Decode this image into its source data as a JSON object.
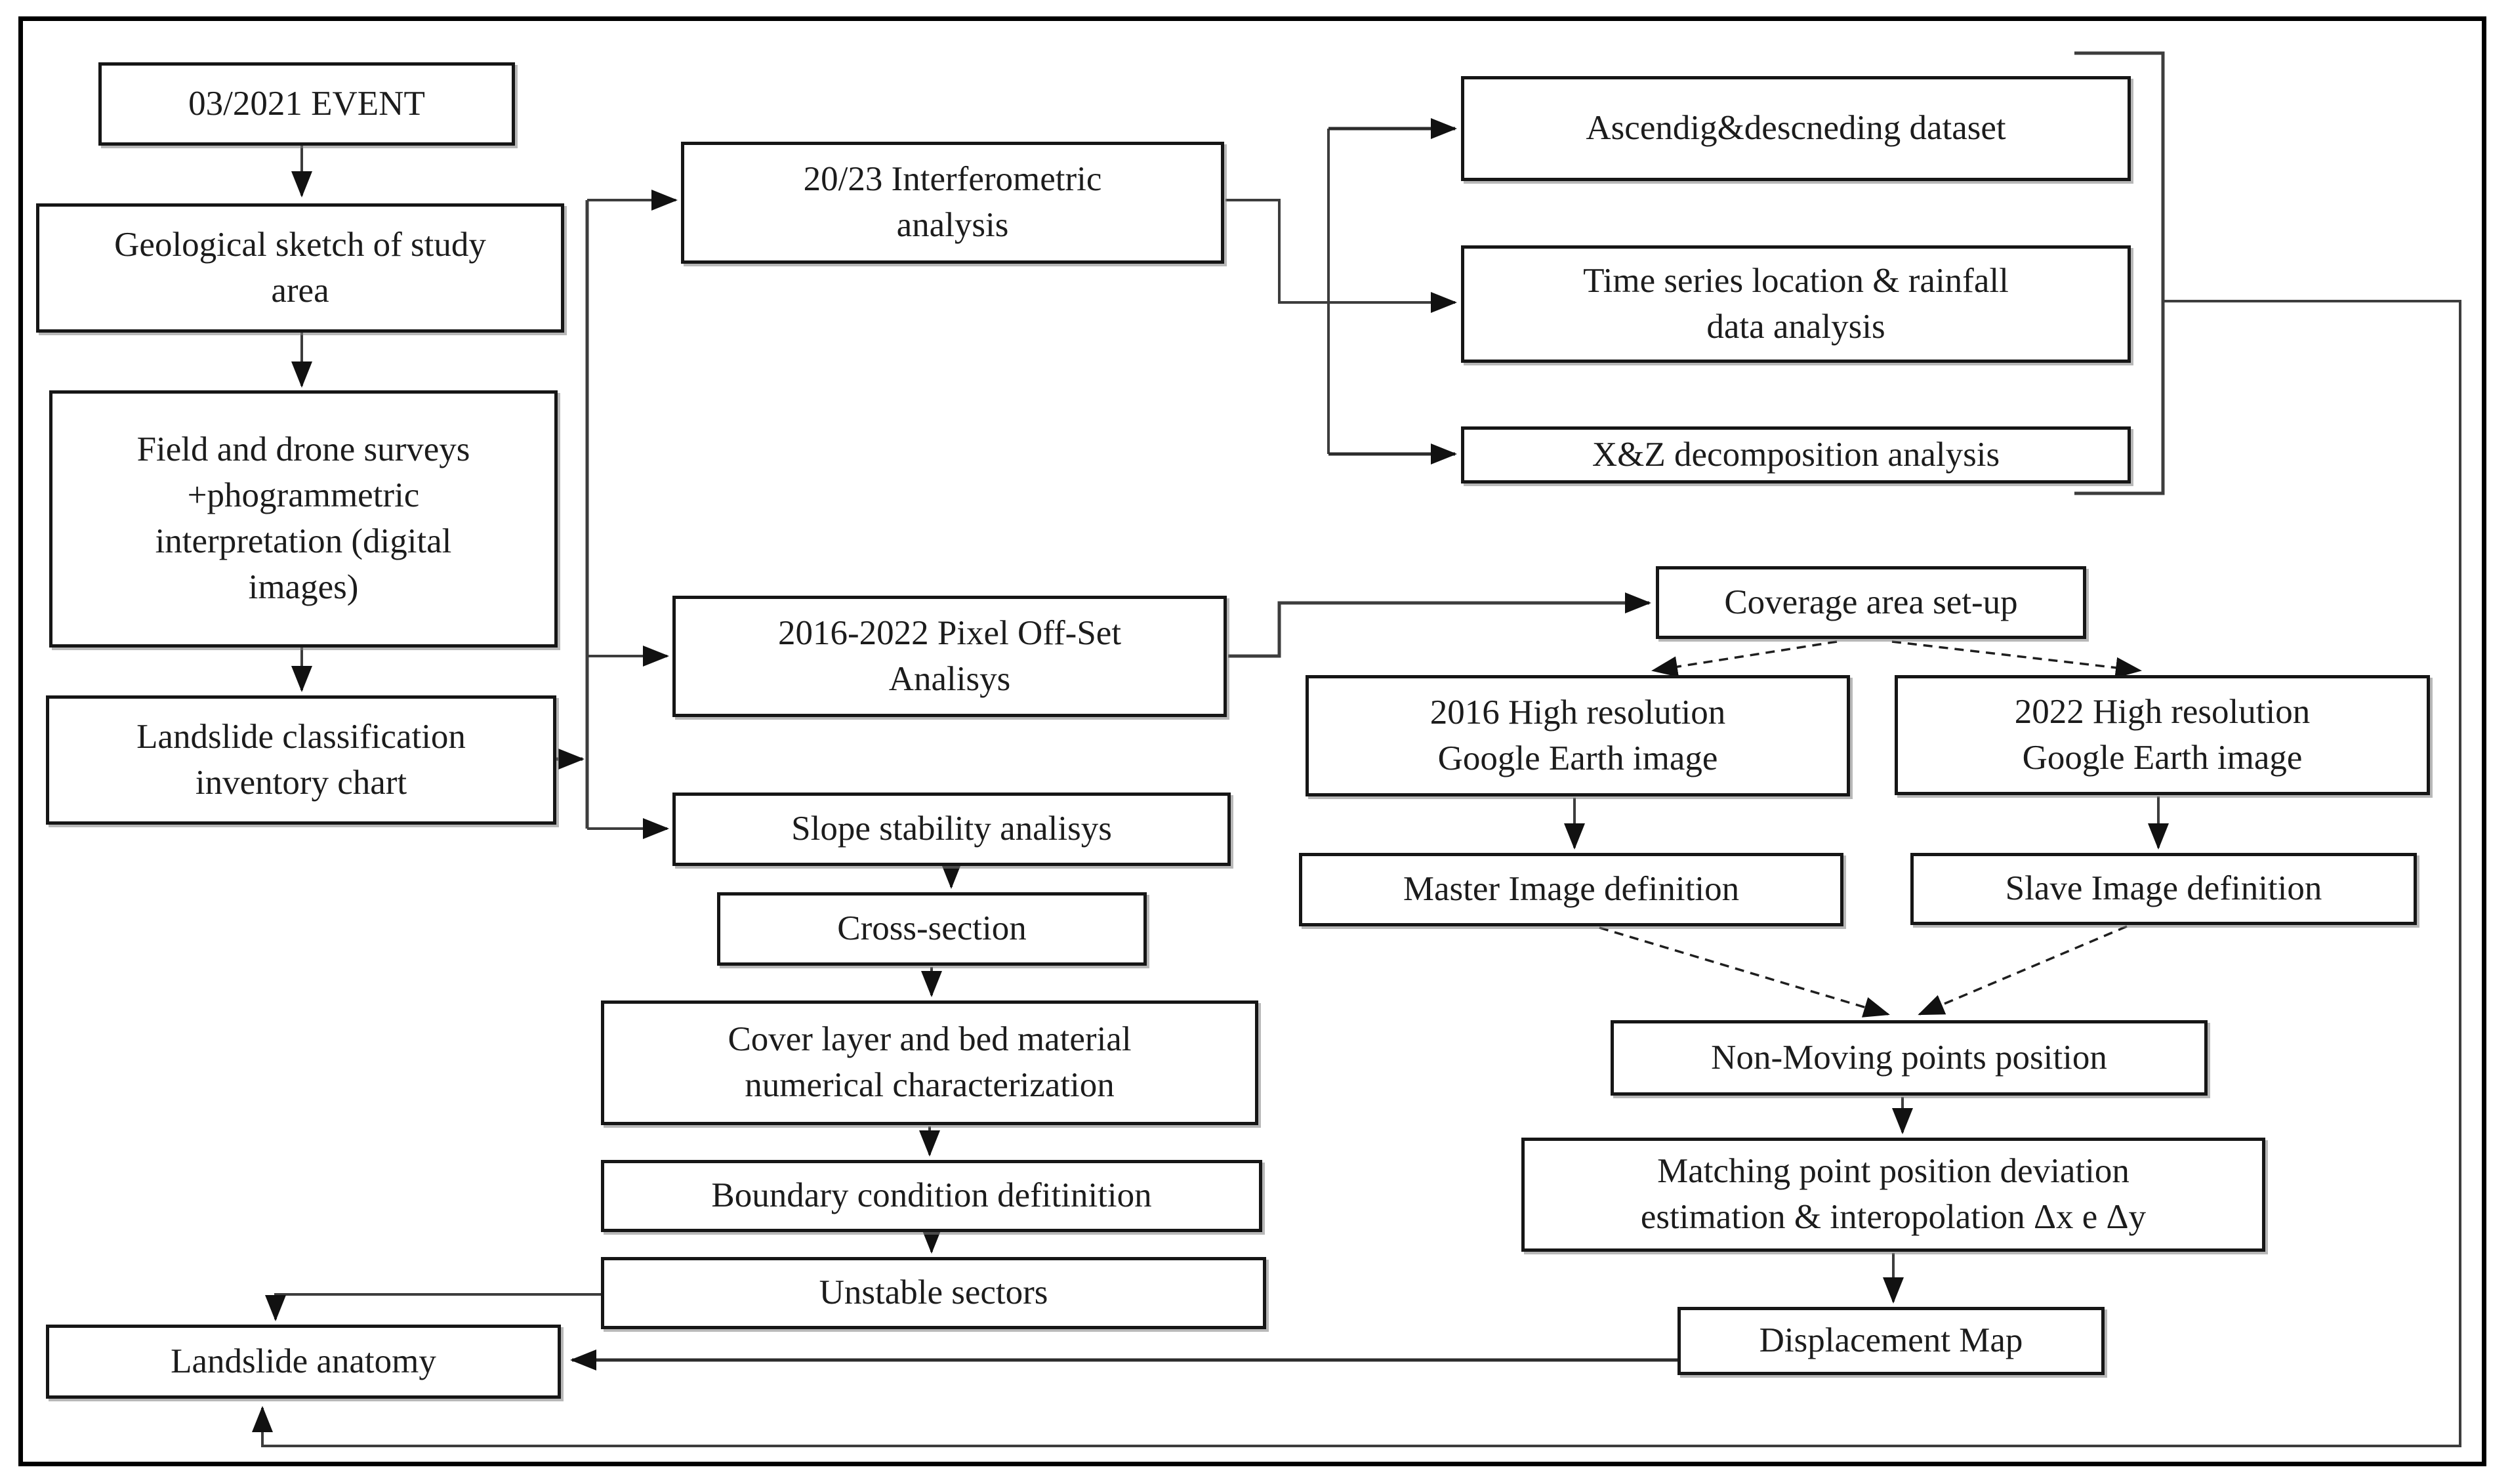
{
  "diagram": {
    "title": "Landslide study workflow flowchart",
    "nodes": {
      "event": {
        "label": "03/2021 EVENT"
      },
      "geological": {
        "label": "Geological sketch of study\narea"
      },
      "field": {
        "label": "Field and drone surveys\n+phogrammetric\ninterpretation (digital\nimages)"
      },
      "inventory": {
        "label": "Landslide classification\ninventory chart"
      },
      "interferometric": {
        "label": "20/23 Interferometric\nanalysis"
      },
      "ascending": {
        "label": "Ascendig&descneding dataset"
      },
      "timeseries": {
        "label": "Time series location & rainfall\ndata analysis"
      },
      "xz": {
        "label": "X&Z decomposition analysis"
      },
      "pixel": {
        "label": "2016-2022 Pixel Off-Set\nAnalisys"
      },
      "coverage": {
        "label": "Coverage area set-up"
      },
      "ge2016": {
        "label": "2016 High resolution\nGoogle Earth image"
      },
      "ge2022": {
        "label": "2022 High resolution\nGoogle Earth image"
      },
      "master": {
        "label": "Master Image definition"
      },
      "slave": {
        "label": "Slave Image definition"
      },
      "nonmoving": {
        "label": "Non-Moving points position"
      },
      "matching": {
        "label": "Matching point position deviation\nestimation & interopolation Δx e Δy"
      },
      "displacement": {
        "label": "Displacement Map"
      },
      "slope": {
        "label": "Slope stability analisys"
      },
      "cross": {
        "label": "Cross-section"
      },
      "cover": {
        "label": "Cover layer and bed material\nnumerical characterization"
      },
      "boundary": {
        "label": "Boundary condition defitinition"
      },
      "unstable": {
        "label": "Unstable sectors"
      },
      "anatomy": {
        "label": "Landslide anatomy"
      }
    },
    "edges": [
      {
        "from": "event",
        "to": "geological"
      },
      {
        "from": "geological",
        "to": "field"
      },
      {
        "from": "field",
        "to": "inventory"
      },
      {
        "from": "inventory",
        "to": "interferometric"
      },
      {
        "from": "inventory",
        "to": "pixel"
      },
      {
        "from": "inventory",
        "to": "slope"
      },
      {
        "from": "interferometric",
        "to": "ascending"
      },
      {
        "from": "interferometric",
        "to": "timeseries"
      },
      {
        "from": "interferometric",
        "to": "xz"
      },
      {
        "from": "ascending",
        "to": "anatomy"
      },
      {
        "from": "timeseries",
        "to": "anatomy"
      },
      {
        "from": "xz",
        "to": "anatomy"
      },
      {
        "from": "pixel",
        "to": "coverage"
      },
      {
        "from": "coverage",
        "to": "ge2016"
      },
      {
        "from": "coverage",
        "to": "ge2022"
      },
      {
        "from": "ge2016",
        "to": "master"
      },
      {
        "from": "ge2022",
        "to": "slave"
      },
      {
        "from": "master",
        "to": "nonmoving"
      },
      {
        "from": "slave",
        "to": "nonmoving"
      },
      {
        "from": "nonmoving",
        "to": "matching"
      },
      {
        "from": "matching",
        "to": "displacement"
      },
      {
        "from": "displacement",
        "to": "anatomy"
      },
      {
        "from": "slope",
        "to": "cross"
      },
      {
        "from": "cross",
        "to": "cover"
      },
      {
        "from": "cover",
        "to": "boundary"
      },
      {
        "from": "boundary",
        "to": "unstable"
      },
      {
        "from": "unstable",
        "to": "anatomy"
      }
    ],
    "colors": {
      "box_border": "#161616",
      "text": "#1c1c1c",
      "connector": "#3d3d3d",
      "background": "#ffffff"
    }
  }
}
